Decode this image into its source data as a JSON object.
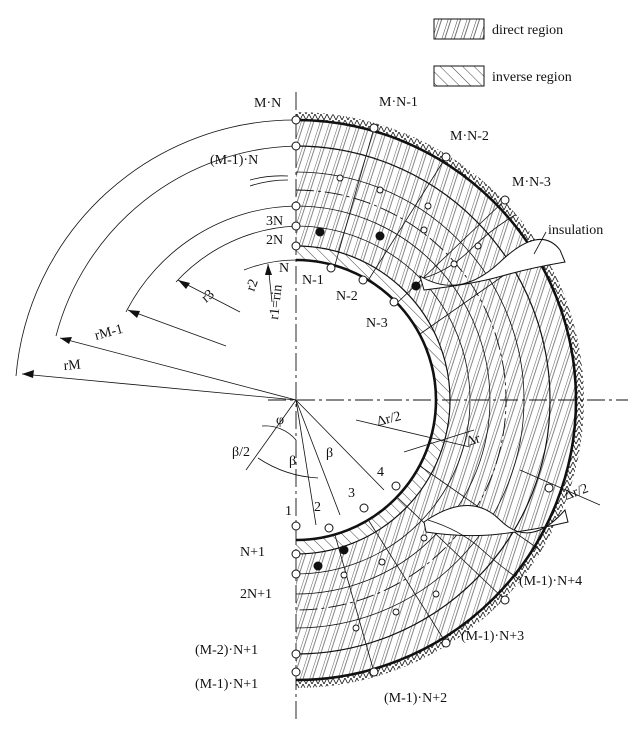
{
  "legend": {
    "direct": "direct region",
    "inverse": "inverse region"
  },
  "labels": {
    "mn": "M·N",
    "mn1": "M·N-1",
    "mn2": "M·N-2",
    "mn3": "M·N-3",
    "m1n": "(M-1)·N",
    "n3": "3N",
    "n2": "2N",
    "n": "N",
    "nm1": "N-1",
    "nm2": "N-2",
    "nm3": "N-3",
    "insulation": "insulation",
    "r1": "r1=rin",
    "r2": "r2",
    "r3": "r3",
    "rM1": "rM-1",
    "rM": "rM",
    "phi": "φ",
    "beta2": "β/2",
    "beta_a": "β",
    "beta_b": "β",
    "dr2_top": "Δr/2",
    "dr": "Δr",
    "dr2_bottom": "Δr/2",
    "n1": "1",
    "n2small": "2",
    "n3small": "3",
    "n4small": "4",
    "np1": "N+1",
    "n2p1": "2N+1",
    "m2np1": "(M-2)·N+1",
    "m1np1": "(M-1)·N+1",
    "m1np2": "(M-1)·N+2",
    "m1np3": "(M-1)·N+3",
    "m1np4": "(M-1)·N+4"
  }
}
